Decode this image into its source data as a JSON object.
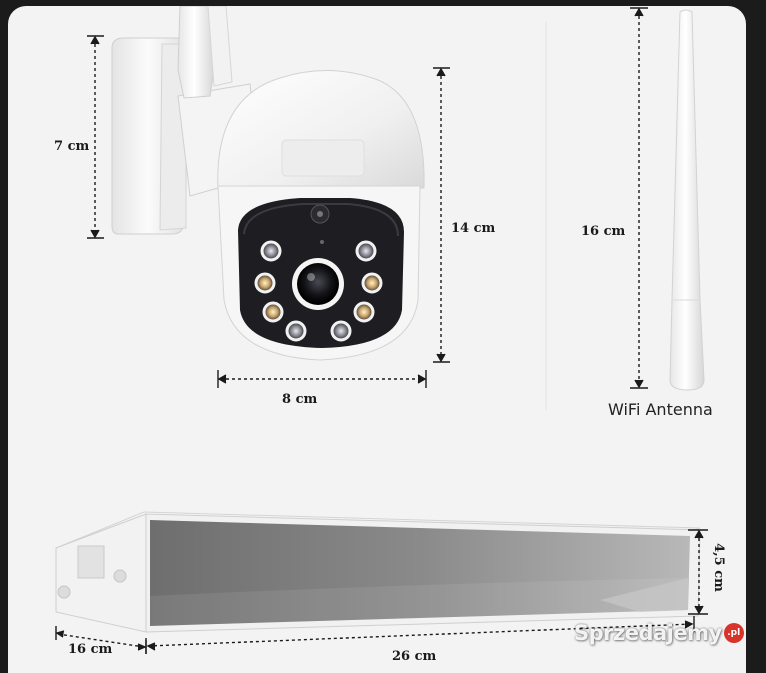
{
  "dimensions": {
    "camera_height": "7 cm",
    "camera_dome_height": "14 cm",
    "camera_width": "8 cm",
    "antenna_length": "16 cm",
    "box_depth": "16 cm",
    "box_length": "26 cm",
    "box_height": "4,5 cm"
  },
  "captions": {
    "antenna": "WiFi Antenna"
  },
  "watermark": {
    "text": "Sprzedajemy",
    "badge": ".pl"
  }
}
